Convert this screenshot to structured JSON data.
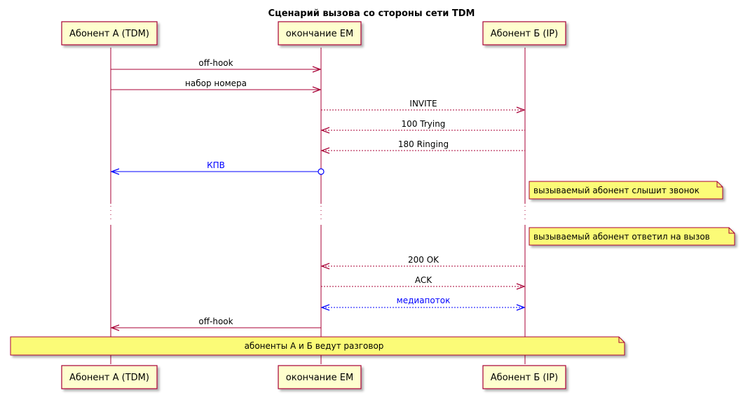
{
  "title": "Сценарий вызова со стороны сети TDM",
  "participants": [
    {
      "id": "A",
      "label": "Абонент A (TDM)"
    },
    {
      "id": "E",
      "label": "окончание EM"
    },
    {
      "id": "B",
      "label": "Абонент Б (IP)"
    }
  ],
  "messages": [
    {
      "label": "off-hook",
      "from": "A",
      "to": "E",
      "style": "solid",
      "color": "#a80036"
    },
    {
      "label": "набор номера",
      "from": "A",
      "to": "E",
      "style": "solid",
      "color": "#a80036"
    },
    {
      "label": "INVITE",
      "from": "E",
      "to": "B",
      "style": "dashed",
      "color": "#a80036"
    },
    {
      "label": "100 Trying",
      "from": "B",
      "to": "E",
      "style": "dashed",
      "color": "#a80036"
    },
    {
      "label": "180 Ringing",
      "from": "B",
      "to": "E",
      "style": "dashed",
      "color": "#a80036"
    },
    {
      "label": "КПВ",
      "from": "E",
      "to": "A",
      "style": "solid",
      "color": "#0000ff",
      "start_circle": true
    },
    {
      "label": "200 OK",
      "from": "B",
      "to": "E",
      "style": "dashed",
      "color": "#a80036"
    },
    {
      "label": "ACK",
      "from": "E",
      "to": "B",
      "style": "dashed",
      "color": "#a80036"
    },
    {
      "label": "медиапоток",
      "from": "E",
      "to": "B",
      "style": "dashed",
      "color": "#0000ff",
      "bidirectional": true
    },
    {
      "label": "off-hook",
      "from": "E",
      "to": "A",
      "style": "solid",
      "color": "#a80036"
    }
  ],
  "notes": [
    {
      "text": "вызываемый абонент слышит звонок"
    },
    {
      "text": "вызываемый абонент ответил на вызов"
    },
    {
      "text": "абоненты А и Б ведут разговор"
    }
  ],
  "colors": {
    "lifeline": "#a80036",
    "participant_fill": "#fefece",
    "participant_border": "#a80036",
    "note_fill": "#fbfb77",
    "note_border": "#a80036",
    "blue": "#0000ff"
  }
}
